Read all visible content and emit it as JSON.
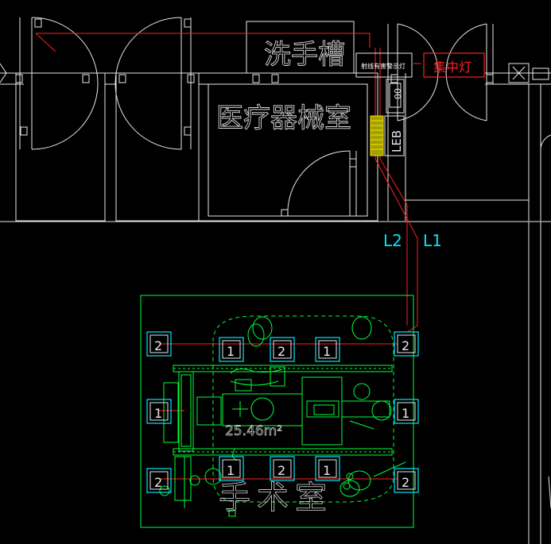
{
  "labels": {
    "washbasin": "洗手槽",
    "equipment_room": "医疗器械室",
    "operating_room": "手术室",
    "radiation_warning": "射线有害警示灯",
    "central_light": "集中灯",
    "leb": "LEB",
    "line_l1": "L1",
    "line_l2": "L2",
    "area": "25.46m²"
  },
  "panels": [
    {
      "id": "p1",
      "value": "2"
    },
    {
      "id": "p2",
      "value": "1"
    },
    {
      "id": "p3",
      "value": "2"
    },
    {
      "id": "p4",
      "value": "1"
    },
    {
      "id": "p5",
      "value": "2"
    },
    {
      "id": "p6",
      "value": "1"
    },
    {
      "id": "p7",
      "value": "1"
    },
    {
      "id": "p8",
      "value": "2"
    },
    {
      "id": "p9",
      "value": "1"
    },
    {
      "id": "p10",
      "value": "2"
    },
    {
      "id": "p11",
      "value": "1"
    },
    {
      "id": "p12",
      "value": "2"
    }
  ],
  "colors": {
    "wall": "#e8e8e8",
    "green": "#00ff3c",
    "cyan": "#00e5ff",
    "red": "#ff2020",
    "yellow": "#ffe000",
    "background": "#000000"
  }
}
